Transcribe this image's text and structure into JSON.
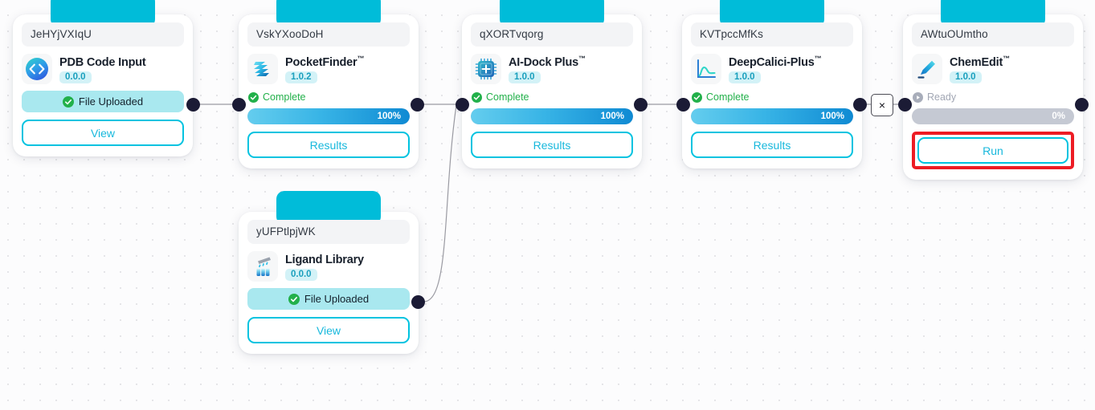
{
  "canvas": {
    "background_color": "#fcfcfd",
    "grid_dot_color": "#e3e3e6",
    "accent_color": "#00c3e0",
    "header_tab_color": "#00bcd9",
    "highlight_color": "#ed1c24"
  },
  "edge_delete_button": {
    "label": "×"
  },
  "nodes": [
    {
      "id_label": "JeHYjVXIqU",
      "name": "PDB Code Input",
      "trademark": "",
      "version": "0.0.0",
      "icon": "code-brackets-icon",
      "status_label": "",
      "status_kind": "",
      "pill_label": "File Uploaded",
      "pill_icon": "check-circle-icon",
      "progress_percent": null,
      "progress_label": "",
      "button_label": "View",
      "button_highlighted": false
    },
    {
      "id_label": "VskYXooDoH",
      "name": "PocketFinder",
      "trademark": "™",
      "version": "1.0.2",
      "icon": "protein-ribbon-icon",
      "status_label": "Complete",
      "status_kind": "complete",
      "pill_label": "",
      "pill_icon": "",
      "progress_percent": 100,
      "progress_label": "100%",
      "button_label": "Results",
      "button_highlighted": false
    },
    {
      "id_label": "qXORTvqorg",
      "name": "AI-Dock Plus",
      "trademark": "™",
      "version": "1.0.0",
      "icon": "cpu-plus-icon",
      "status_label": "Complete",
      "status_kind": "complete",
      "pill_label": "",
      "pill_icon": "",
      "progress_percent": 100,
      "progress_label": "100%",
      "button_label": "Results",
      "button_highlighted": false
    },
    {
      "id_label": "KVTpccMfKs",
      "name": "DeepCalici-Plus",
      "trademark": "™",
      "version": "1.0.0",
      "icon": "line-chart-icon",
      "status_label": "Complete",
      "status_kind": "complete",
      "pill_label": "",
      "pill_icon": "",
      "progress_percent": 100,
      "progress_label": "100%",
      "button_label": "Results",
      "button_highlighted": false
    },
    {
      "id_label": "AWtuOUmtho",
      "name": "ChemEdit",
      "trademark": "™",
      "version": "1.0.0",
      "icon": "pencil-icon",
      "status_label": "Ready",
      "status_kind": "ready",
      "pill_label": "",
      "pill_icon": "",
      "progress_percent": 0,
      "progress_label": "0%",
      "button_label": "Run",
      "button_highlighted": true
    },
    {
      "id_label": "yUFPtlpjWK",
      "name": "Ligand Library",
      "trademark": "",
      "version": "0.0.0",
      "icon": "pipette-vials-icon",
      "status_label": "",
      "status_kind": "",
      "pill_label": "File Uploaded",
      "pill_icon": "check-circle-icon",
      "progress_percent": null,
      "progress_label": "",
      "button_label": "View",
      "button_highlighted": false
    }
  ]
}
